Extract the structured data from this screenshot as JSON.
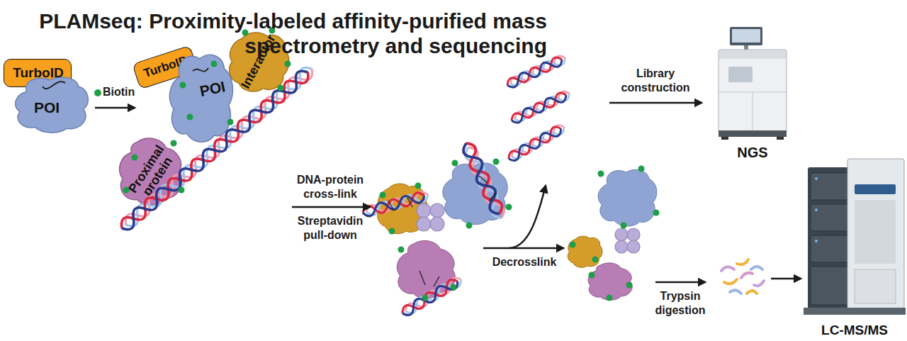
{
  "diagram": {
    "title": "PLAMseq: Proximity-labeled affinity-purified mass spectrometry and sequencing",
    "nodes": [
      {
        "text": [
          "TurboID"
        ]
      },
      {
        "text": [
          "POI"
        ]
      },
      {
        "text": [
          "TurboID"
        ]
      },
      {
        "text": [
          "POI"
        ]
      },
      {
        "text": [
          "Interactor"
        ]
      },
      {
        "text": [
          "Proximal protein"
        ]
      },
      {
        "text": [
          "NGS"
        ]
      },
      {
        "text": [
          "LC-MS/MS"
        ]
      }
    ],
    "edges": [
      {
        "from": 1,
        "to": 3,
        "label": "Biotin",
        "arrow": "to"
      }
    ],
    "labels": [
      "DNA-protein cross-link",
      "Streptavidin pull-down",
      "Decrosslink",
      "Library construction",
      "Trypsin digestion"
    ]
  }
}
